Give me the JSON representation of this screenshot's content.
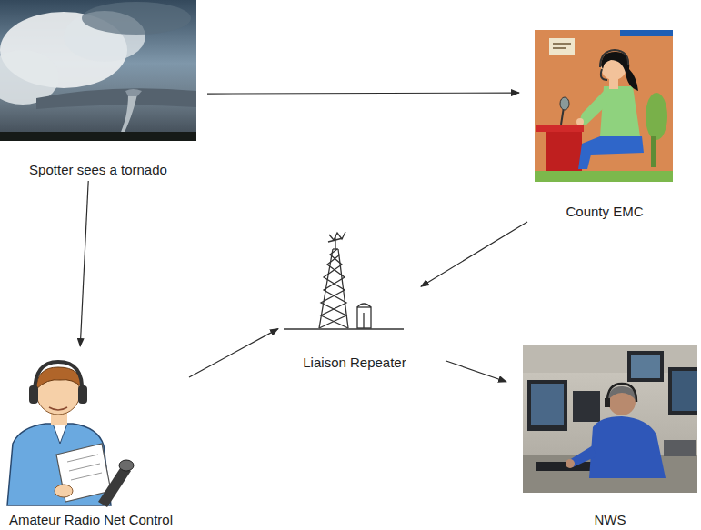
{
  "diagram": {
    "nodes": [
      {
        "text": [
          "Spotter sees a tornado"
        ]
      },
      {
        "text": [
          "County EMC"
        ]
      },
      {
        "text": [
          "Liaison Repeater"
        ]
      },
      {
        "text": [
          "Amateur Radio Net Control"
        ]
      },
      {
        "text": [
          "NWS"
        ]
      }
    ],
    "edges": [
      {
        "from": 0,
        "to": 1,
        "arrow": "to"
      },
      {
        "from": 0,
        "to": 3,
        "arrow": "to"
      },
      {
        "from": 1,
        "to": 2,
        "arrow": "to"
      },
      {
        "from": 3,
        "to": 2,
        "arrow": "to"
      },
      {
        "from": 2,
        "to": 4,
        "arrow": "to"
      }
    ]
  }
}
